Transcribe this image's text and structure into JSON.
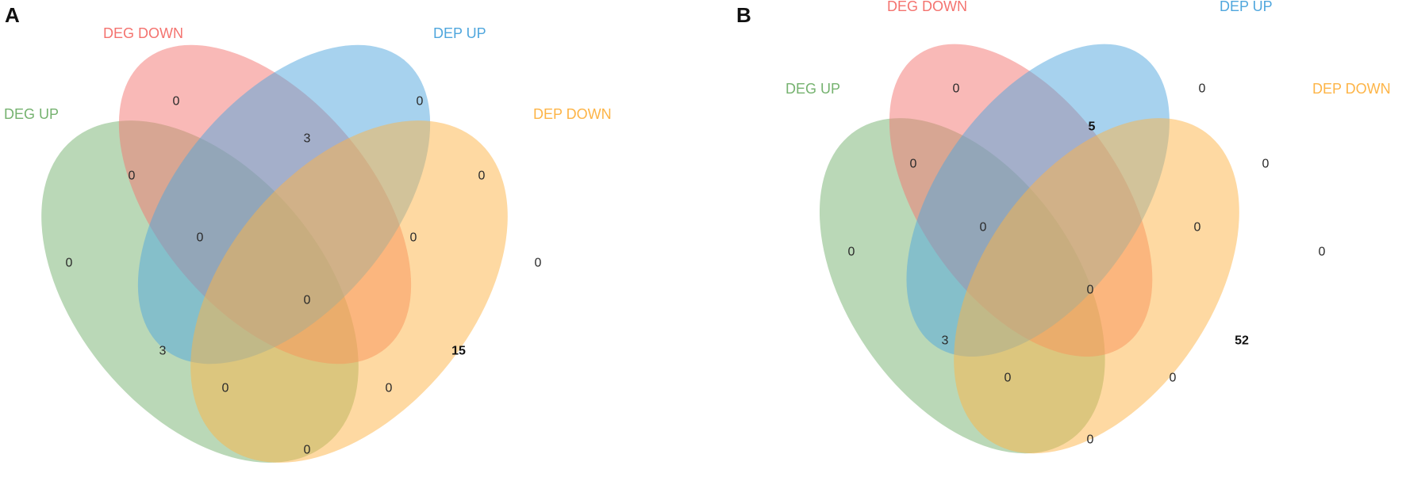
{
  "colors": {
    "deg_up": "#75b26f",
    "deg_down": "#f4736f",
    "dep_up": "#4fa6dd",
    "dep_down": "#fdb446"
  },
  "panels": [
    {
      "letter": "A",
      "labels": {
        "deg_up": "DEG UP",
        "deg_down": "DEG DOWN",
        "dep_up": "DEP UP",
        "dep_down": "DEP DOWN"
      },
      "regions": {
        "deg_up_only": "0",
        "deg_down_only": "0",
        "dep_up_only": "0",
        "dep_down_only": "0",
        "deg_down_dep_up": "3",
        "deg_up_deg_down": "0",
        "dep_up_dep_down": "0",
        "deg_up_deg_down_dep_up": "0",
        "deg_down_dep_up_dep_down": "0",
        "all_four": "0",
        "deg_up_dep_up": "3",
        "deg_down_dep_down": "15",
        "deg_up_dep_up_dep_down": "0",
        "deg_up_deg_down_dep_down": "0",
        "deg_up_dep_down": "0"
      }
    },
    {
      "letter": "B",
      "labels": {
        "deg_up": "DEG UP",
        "deg_down": "DEG DOWN",
        "dep_up": "DEP UP",
        "dep_down": "DEP DOWN"
      },
      "regions": {
        "deg_up_only": "0",
        "deg_down_only": "0",
        "dep_up_only": "0",
        "dep_down_only": "0",
        "deg_down_dep_up": "5",
        "deg_up_deg_down": "0",
        "dep_up_dep_down": "0",
        "deg_up_deg_down_dep_up": "0",
        "deg_down_dep_up_dep_down": "0",
        "all_four": "0",
        "deg_up_dep_up": "3",
        "deg_down_dep_down": "52",
        "deg_up_dep_up_dep_down": "0",
        "deg_up_deg_down_dep_down": "0",
        "deg_up_dep_down": "0"
      }
    }
  ]
}
